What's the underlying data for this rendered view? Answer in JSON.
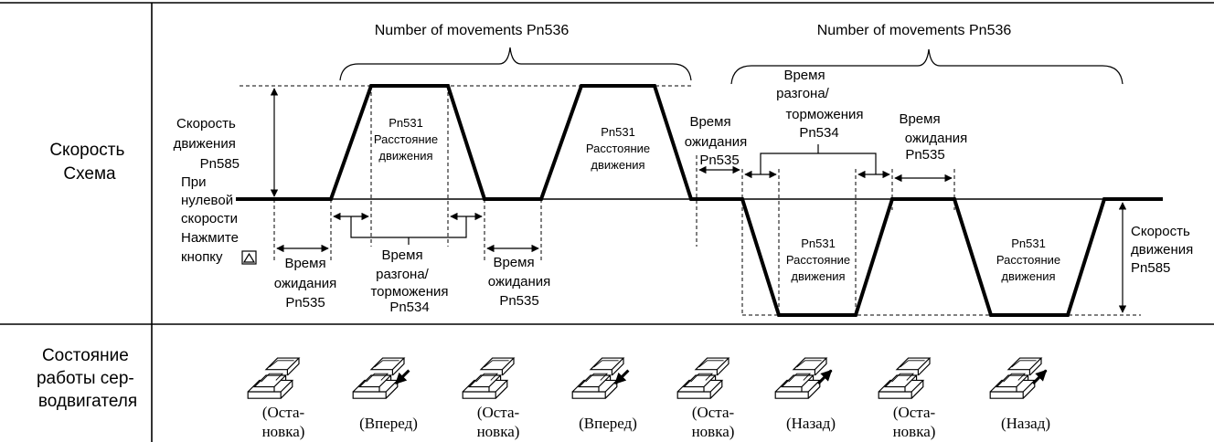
{
  "rows": {
    "speed_label": [
      "Скорость",
      "Схема"
    ],
    "status_label": [
      "Состояние",
      "работы сер-",
      "водвигателя"
    ]
  },
  "left_labels": {
    "speed": [
      "Скорость",
      "движения",
      "Pn585"
    ],
    "zero": [
      "При",
      "нулевой",
      "скорости"
    ],
    "press": [
      "Нажмите",
      "кнопку"
    ]
  },
  "right_speed": [
    "Скорость",
    "движения",
    "Pn585"
  ],
  "movements": [
    "Number of movements Pn536",
    "Number of movements Pn536"
  ],
  "distance": {
    "label": "Pn531",
    "lines": [
      "Расстояние",
      "движения"
    ]
  },
  "wait": [
    "Время",
    "ожидания",
    "Pn535"
  ],
  "accel": [
    "Время",
    "разгона/",
    "торможения",
    "Pn534"
  ],
  "motor_states": [
    {
      "lines": [
        "(Оста-",
        "новка)"
      ],
      "icon": "motor-stop-icon"
    },
    {
      "lines": [
        "(Вперед)"
      ],
      "icon": "motor-forward-icon"
    },
    {
      "lines": [
        "(Оста-",
        "новка)"
      ],
      "icon": "motor-stop-icon"
    },
    {
      "lines": [
        "(Вперед)"
      ],
      "icon": "motor-forward-icon"
    },
    {
      "lines": [
        "(Оста-",
        "новка)"
      ],
      "icon": "motor-stop-icon"
    },
    {
      "lines": [
        "(Назад)"
      ],
      "icon": "motor-reverse-icon"
    },
    {
      "lines": [
        "(Оста-",
        "новка)"
      ],
      "icon": "motor-stop-icon"
    },
    {
      "lines": [
        "(Назад)"
      ],
      "icon": "motor-reverse-icon"
    }
  ]
}
